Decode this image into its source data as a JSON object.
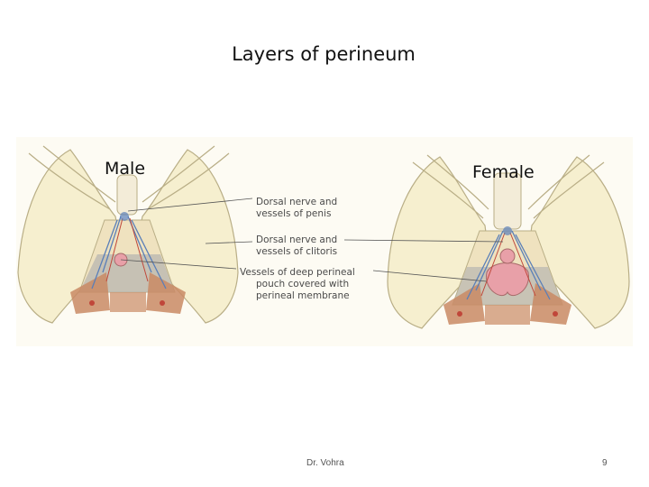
{
  "slide": {
    "title": "Layers of perineum",
    "author": "Dr. Vohra",
    "page_number": "9"
  },
  "figure": {
    "male_label": "Male",
    "female_label": "Female",
    "callouts": {
      "dorsal_penis_line1": "Dorsal nerve and",
      "dorsal_penis_line2": "vessels of penis",
      "dorsal_clitoris_line1": "Dorsal nerve and",
      "dorsal_clitoris_line2": "vessels of clitoris",
      "deep_pouch_line1": "Vessels of deep perineal",
      "deep_pouch_line2": "pouch covered with",
      "deep_pouch_line3": "perineal membrane"
    }
  },
  "colors": {
    "bone": "#f6efcf",
    "bone_outline": "#b9ae86",
    "background_tint": "#fbf7ea",
    "muscle": "#c98a64",
    "membrane": "#b8b6b0",
    "nerve_blue": "#5a7fb8",
    "vessel_red": "#c0473a",
    "vulva_pink": "#e8a0a8"
  }
}
